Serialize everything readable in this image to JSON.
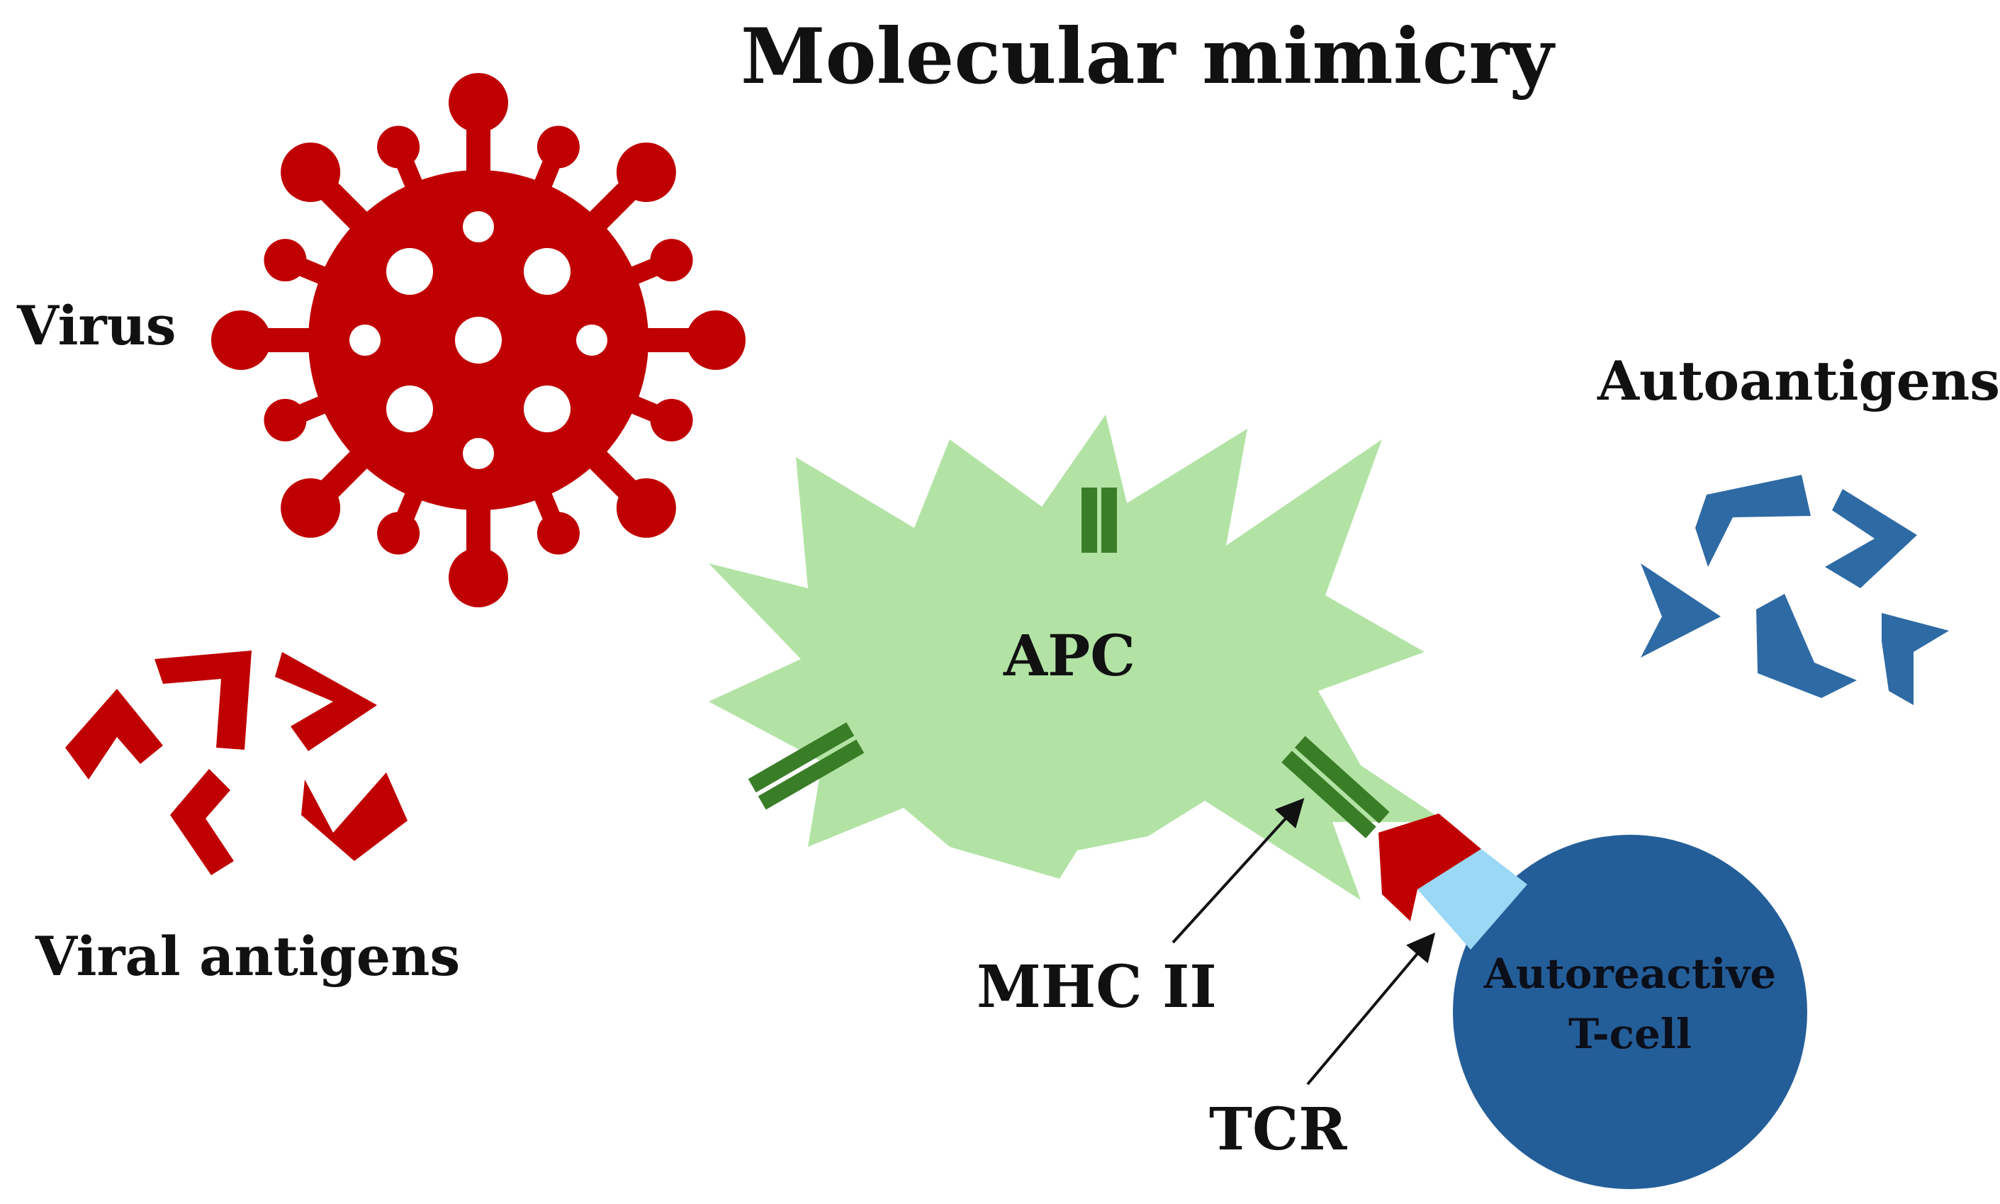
{
  "title": "Molecular mimicry",
  "labels": {
    "virus": "Virus",
    "viral_antigens": "Viral antigens",
    "autoantigens": "Autoantigens",
    "apc": "APC",
    "mhc": "MHC II",
    "tcr": "TCR",
    "tcell_line1": "Autoreactive",
    "tcell_line2": "T-cell"
  },
  "colors": {
    "virus_red": "#c00000",
    "autoantigen_blue": "#2e6aa4",
    "apc_green": "#b2e3a4",
    "mhc_green": "#3a7d27",
    "tcell_blue": "#245e99",
    "tcr_lightblue": "#9ad8f5"
  }
}
